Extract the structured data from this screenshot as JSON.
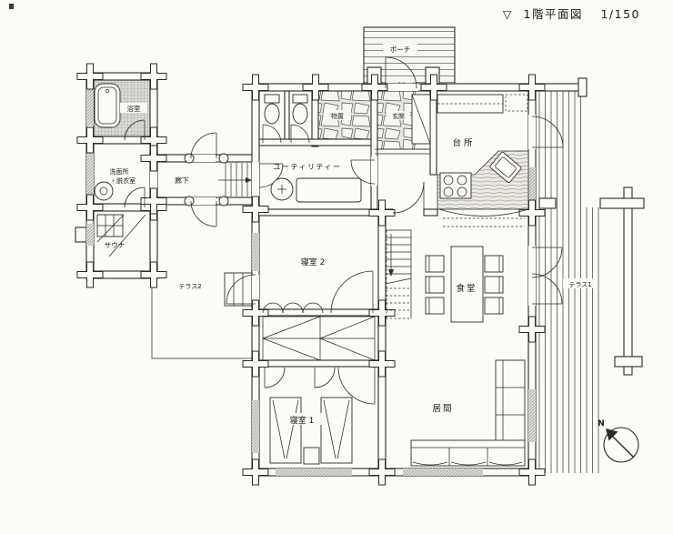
{
  "title": {
    "marker": "▽",
    "name": "1階平面図",
    "scale": "1/150"
  },
  "compass": {
    "label": "N"
  },
  "rooms": {
    "porch": "ポーチ",
    "bath": "浴室",
    "washroom_line1": "洗面所",
    "washroom_line2": "・脱衣室",
    "corridor": "廊下",
    "sauna": "サウナ",
    "utility": "ユーティリティー",
    "storage": "物置",
    "entrance": "玄関",
    "kitchen": "台所",
    "bedroom2": "寝室 2",
    "dining": "食堂",
    "terrace2": "テラス2",
    "terrace1": "テラス1",
    "bedroom1": "寝室 1",
    "living": "居間"
  },
  "colors": {
    "ink": "#2b2b28",
    "paper": "#fbfbf8",
    "hatch_gray": "#7a7a76"
  }
}
